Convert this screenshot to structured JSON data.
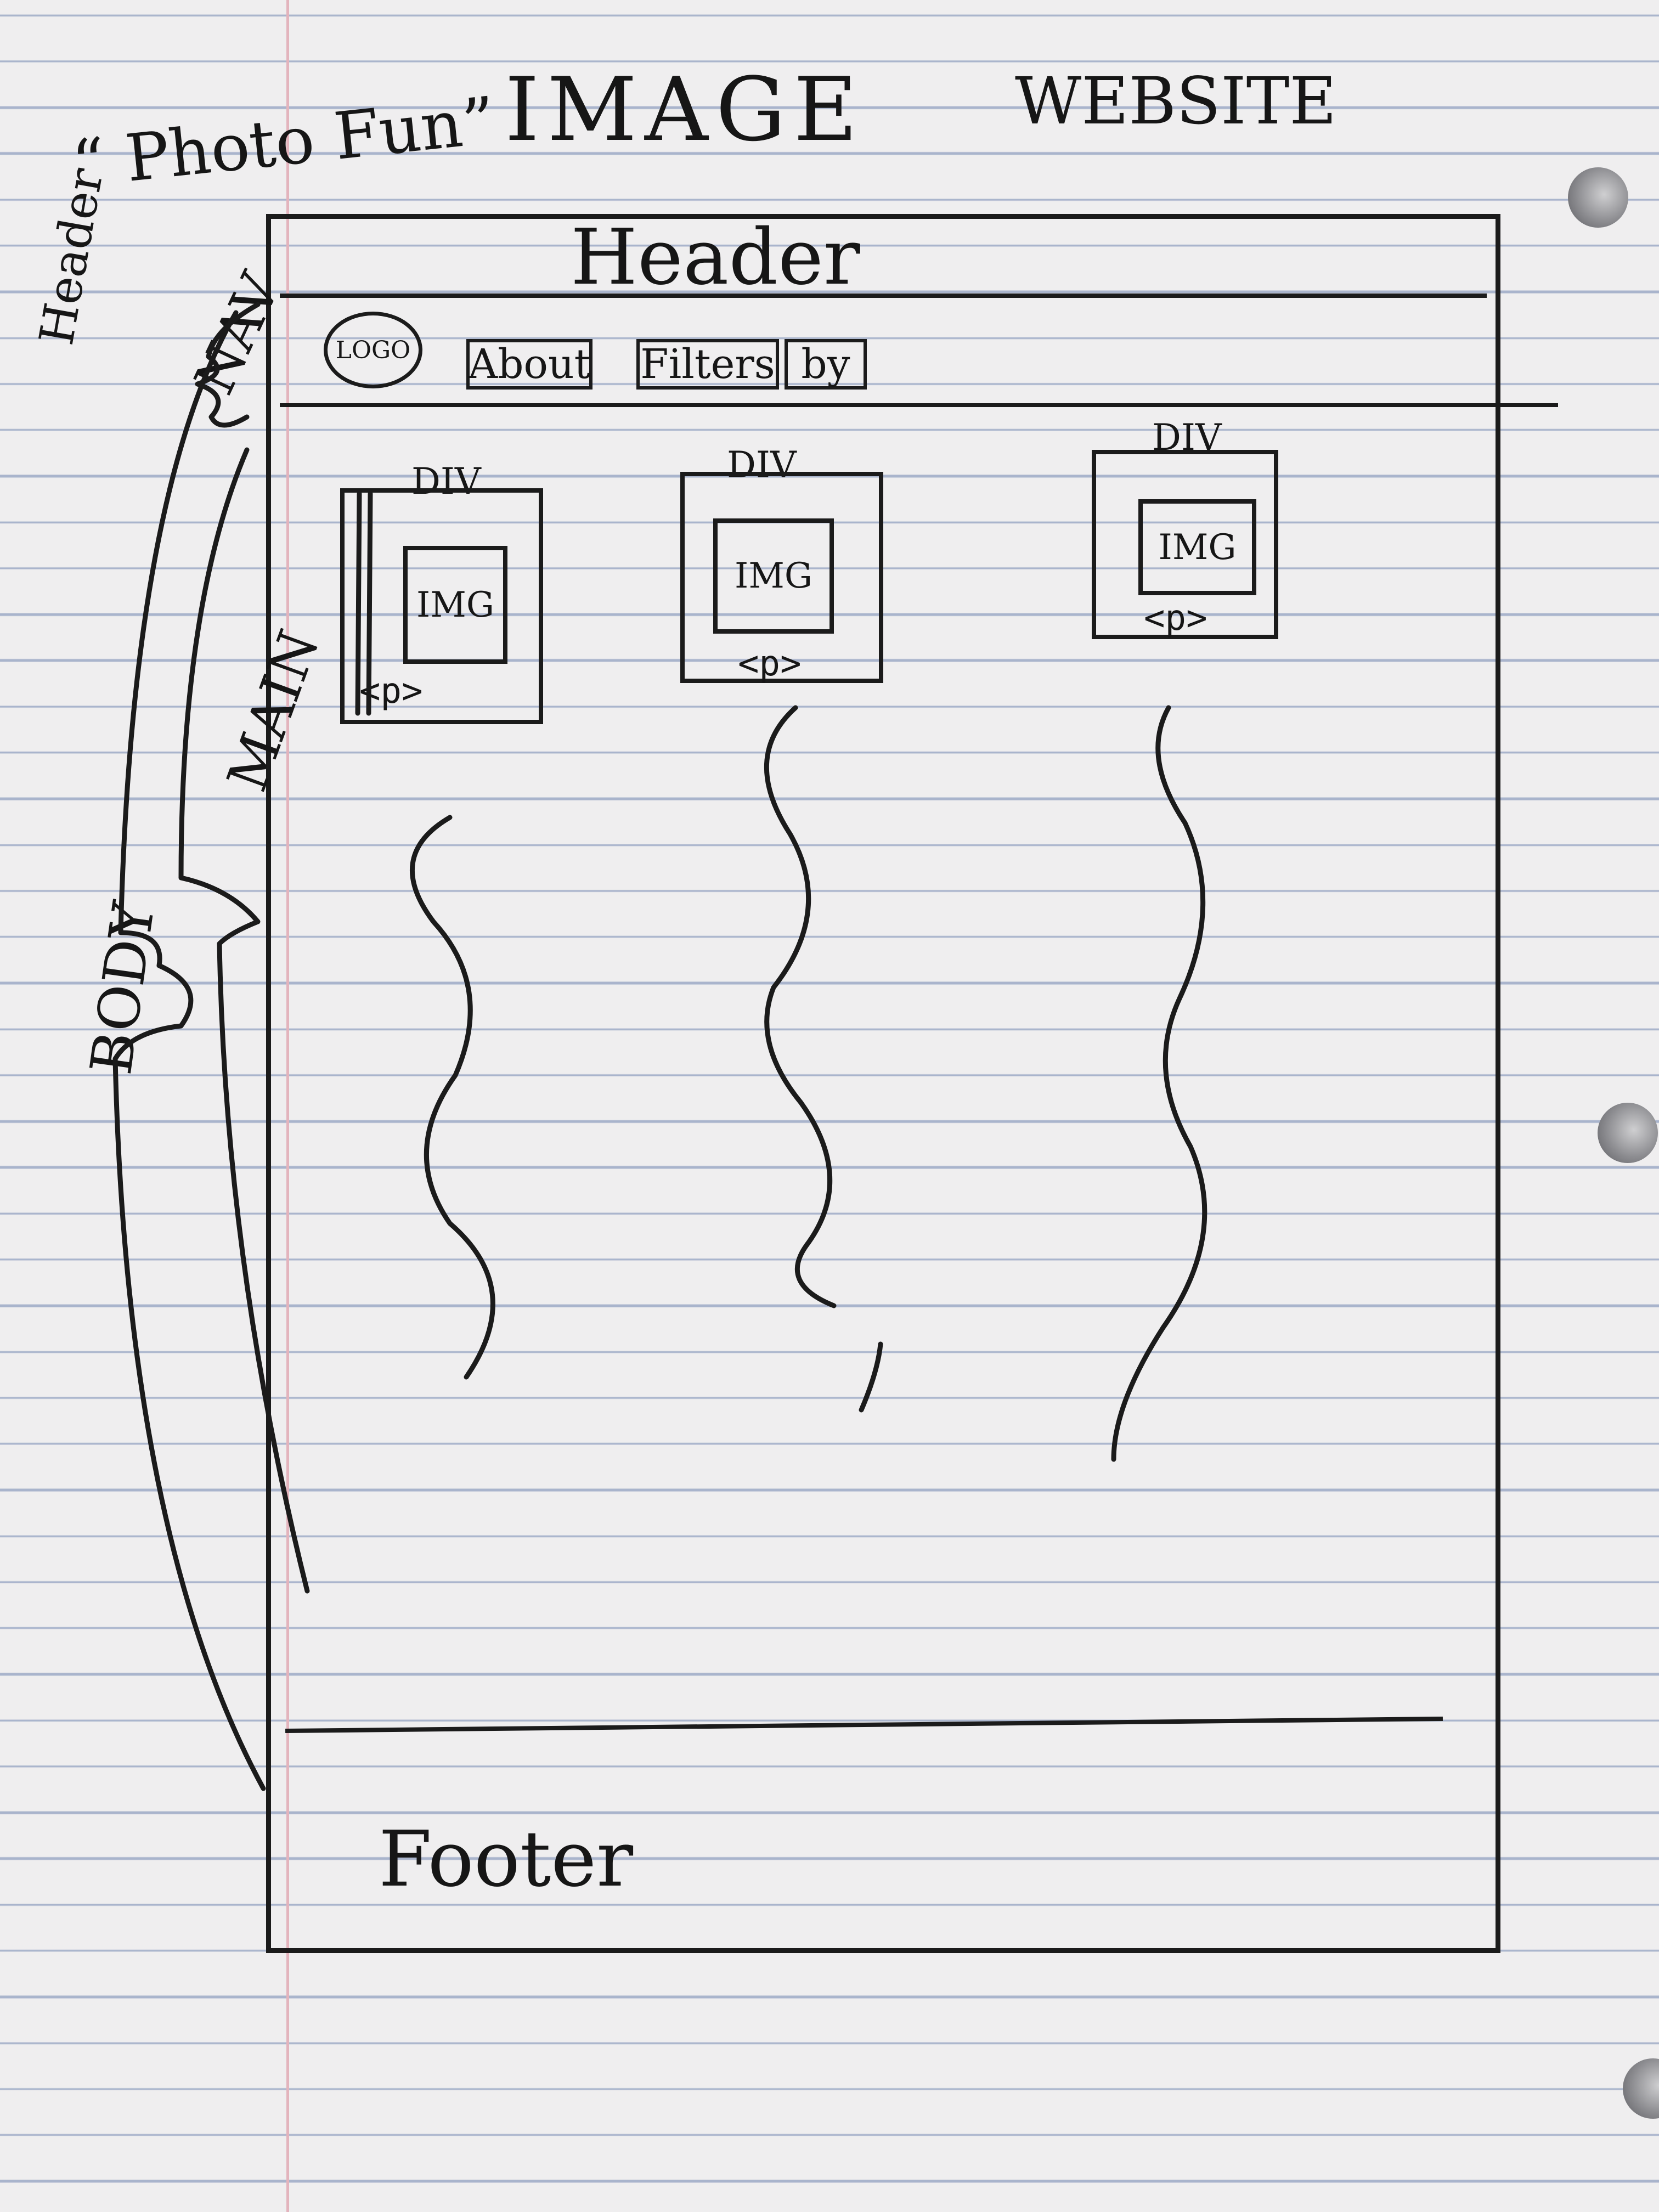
{
  "sketch": {
    "title_quote": "“ Photo Fun”",
    "title_main": "IMAGE",
    "title_tail": "WEBSITE",
    "header_label": "Header",
    "footer_label": "Footer",
    "annotations": {
      "nav": "NAV",
      "main": "MAIN",
      "body": "BODY",
      "header": "Header"
    },
    "nav": {
      "logo": "LOGO",
      "items": [
        "About",
        "Filters",
        "by"
      ]
    },
    "cards": [
      {
        "div_label": "DIV",
        "img_label": "IMG",
        "p_label": "<p>"
      },
      {
        "div_label": "DIV",
        "img_label": "IMG",
        "p_label": "<p>"
      },
      {
        "div_label": "DIV",
        "img_label": "IMG",
        "p_label": "<p>"
      }
    ]
  }
}
